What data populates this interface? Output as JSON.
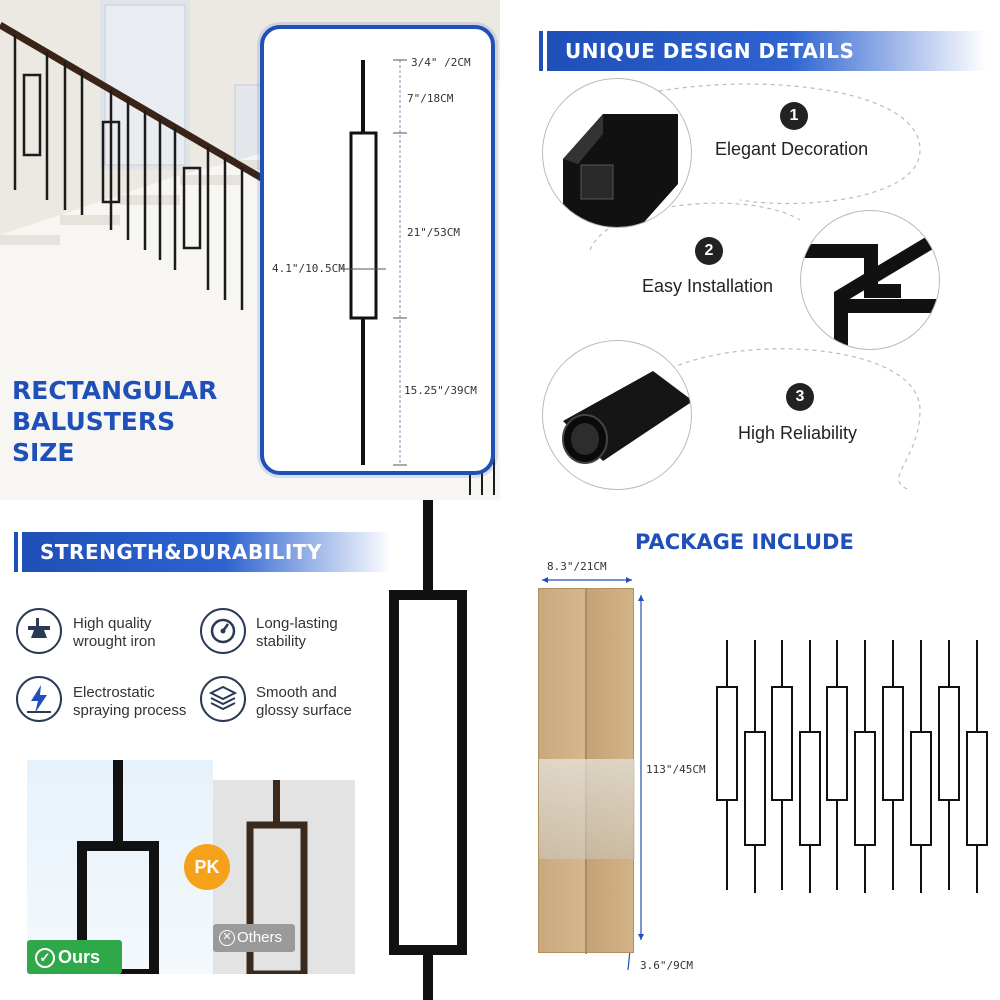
{
  "size_panel": {
    "title_line1": "RECTANGULAR",
    "title_line2": "BALUSTERS",
    "title_line3": "SIZE",
    "dim_top": "3/4\" /2CM",
    "dim_upper": "7\"/18CM",
    "dim_rect": "21\"/53CM",
    "dim_width": "4.1\"/10.5CM",
    "dim_lower": "15.25\"/39CM"
  },
  "design_panel": {
    "banner": "UNIQUE DESIGN DETAILS",
    "features": [
      {
        "num": "1",
        "label": "Elegant Decoration"
      },
      {
        "num": "2",
        "label": "Easy Installation"
      },
      {
        "num": "3",
        "label": "High Reliability"
      }
    ]
  },
  "strength_panel": {
    "banner": "STRENGTH&DURABILITY",
    "items": [
      {
        "icon": "anvil-icon",
        "line1": "High quality",
        "line2": "wrought iron"
      },
      {
        "icon": "gauge-icon",
        "line1": "Long-lasting",
        "line2": "stability"
      },
      {
        "icon": "lightning-icon",
        "line1": "Electrostatic",
        "line2": "spraying process"
      },
      {
        "icon": "layers-icon",
        "line1": "Smooth and",
        "line2": "glossy surface"
      }
    ],
    "compare_badge": "PK",
    "ours_label": "Ours",
    "others_label": "Others"
  },
  "package_panel": {
    "title": "PACKAGE INCLUDE",
    "dim_width": "8.3\"/21CM",
    "dim_height": "113\"/45CM",
    "dim_depth": "3.6\"/9CM"
  }
}
